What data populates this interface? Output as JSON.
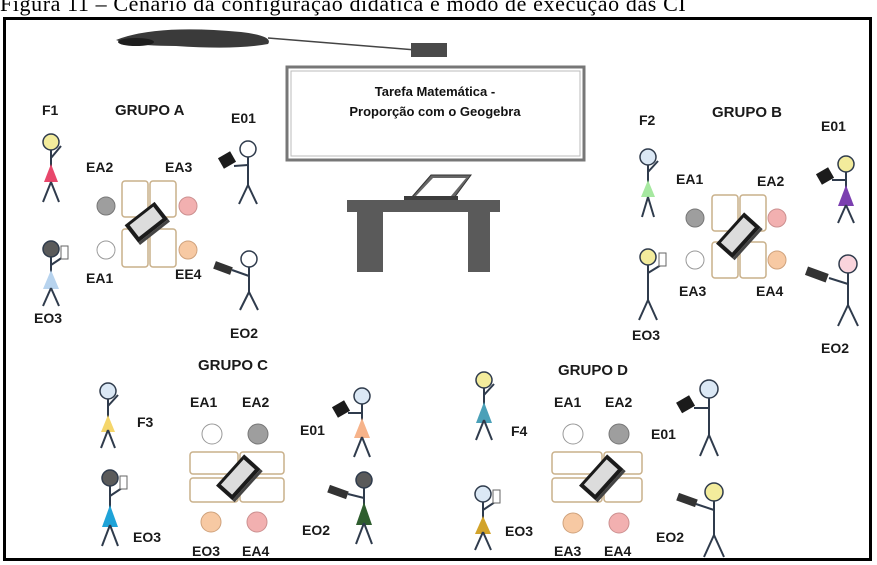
{
  "caption": "Figura 11 – Cenário da configuração didática e modo de execução das CI",
  "board": {
    "line1": "Tarefa Matemática -",
    "line2": "Proporção com o Geogebra"
  },
  "groups": [
    {
      "title": "GRUPO A",
      "teacher": {
        "label": "F1",
        "color": "#e8476b"
      },
      "students": [
        {
          "label": "EA2",
          "color": "#9e9e9e"
        },
        {
          "label": "EA3",
          "color": "#f2b0b0"
        },
        {
          "label": "EA1",
          "color": "#ffffff"
        },
        {
          "label": "EE4",
          "color": "#f7c9a3"
        }
      ],
      "observers": [
        {
          "label": "E01",
          "color": "#ffffff"
        },
        {
          "label": "EO2",
          "color": "#ffffff"
        },
        {
          "label": "EO3",
          "color": "#b7d3ee"
        }
      ]
    },
    {
      "title": "GRUPO B",
      "teacher": {
        "label": "F2",
        "color": "#a6e8a0"
      },
      "students": [
        {
          "label": "EA1",
          "color": "#ffffff"
        },
        {
          "label": "EA2",
          "color": "#f2b0b0"
        },
        {
          "label": "EA3",
          "color": "#ffffff"
        },
        {
          "label": "EA4",
          "color": "#f7c9a3"
        }
      ],
      "observers": [
        {
          "label": "E01",
          "color": "#7b3fb0"
        },
        {
          "label": "EO2",
          "color": "#ffffff"
        },
        {
          "label": "EO3",
          "color": "#ffffff"
        }
      ]
    },
    {
      "title": "GRUPO C",
      "teacher": {
        "label": "F3",
        "color": "#f5d66b"
      },
      "students": [
        {
          "label": "EA1",
          "color": "#ffffff"
        },
        {
          "label": "EA2",
          "color": "#9e9e9e"
        },
        {
          "label": "EO3",
          "color": "#f7c9a3"
        },
        {
          "label": "EA4",
          "color": "#f2b0b0"
        }
      ],
      "observers": [
        {
          "label": "E01",
          "color": "#f6b38a"
        },
        {
          "label": "EO2",
          "color": "#2f5e2f"
        },
        {
          "label": "EO3",
          "color": "#1fa3d8"
        }
      ]
    },
    {
      "title": "GRUPO D",
      "teacher": {
        "label": "F4",
        "color": "#4aa0b8"
      },
      "students": [
        {
          "label": "EA1",
          "color": "#ffffff"
        },
        {
          "label": "EA2",
          "color": "#9e9e9e"
        },
        {
          "label": "EA3",
          "color": "#f7c9a3"
        },
        {
          "label": "EA4",
          "color": "#f2b0b0"
        }
      ],
      "observers": [
        {
          "label": "E01",
          "color": "#ffffff"
        },
        {
          "label": "EO2",
          "color": "#ffffff"
        },
        {
          "label": "EO3",
          "color": "#d2a32a"
        }
      ]
    }
  ],
  "colors": {
    "table_border": "#c9b08a",
    "desk": "#5a5a5a",
    "stroke": "#2f3b4c"
  }
}
